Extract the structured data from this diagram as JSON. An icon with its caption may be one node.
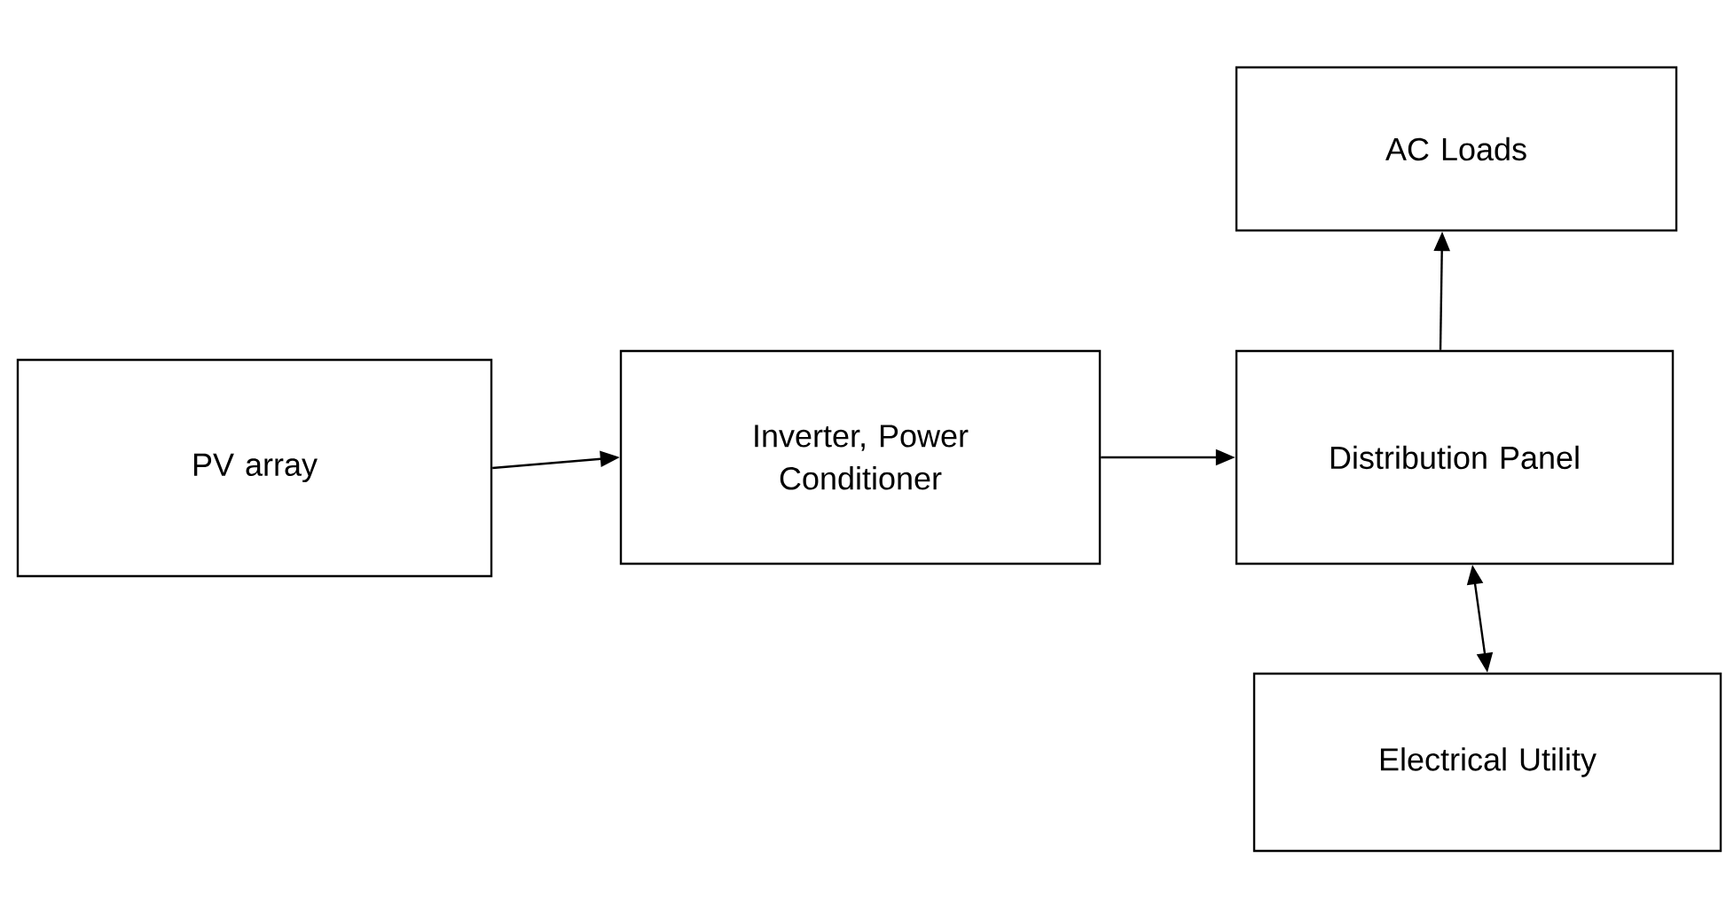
{
  "diagram": {
    "nodes": [
      {
        "text": [
          "AC Loads"
        ]
      },
      {
        "text": [
          "PV array"
        ]
      },
      {
        "text": [
          "Inverter, Power Conditioner"
        ]
      },
      {
        "text": [
          "Distribution Panel"
        ]
      },
      {
        "text": [
          "Electrical Utility"
        ]
      }
    ],
    "edges": [
      {
        "from": 1,
        "to": 2,
        "arrow": "to"
      },
      {
        "from": 2,
        "to": 3,
        "arrow": "to"
      },
      {
        "from": 3,
        "to": 0,
        "arrow": "to"
      },
      {
        "from": 3,
        "to": 4,
        "arrow": "both"
      }
    ]
  }
}
